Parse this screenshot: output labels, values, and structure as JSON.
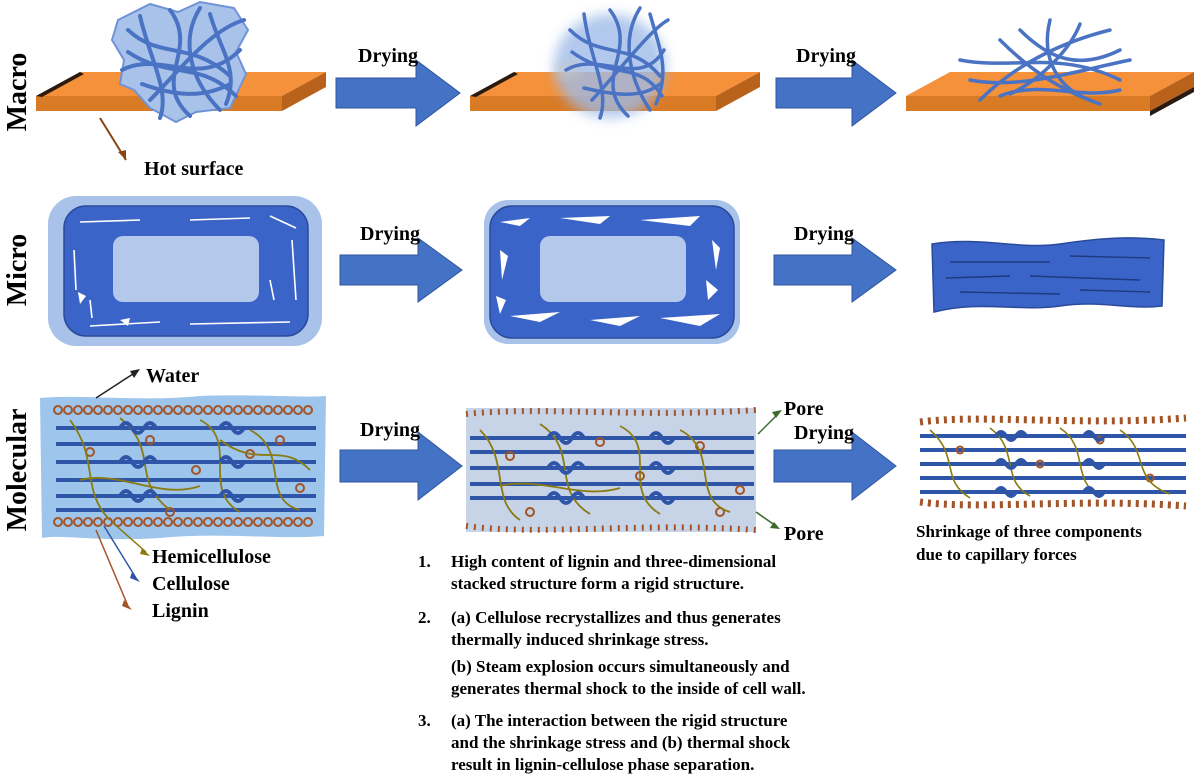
{
  "rows": {
    "macro": "Macro",
    "micro": "Micro",
    "molecular": "Molecular"
  },
  "arrow_label": "Drying",
  "labels": {
    "hot_surface": "Hot surface",
    "water": "Water",
    "hemicellulose": "Hemicellulose",
    "cellulose": "Cellulose",
    "lignin": "Lignin",
    "pore": "Pore"
  },
  "shrinkage_note": [
    "Shrinkage of three components",
    "due to capillary forces"
  ],
  "notes": [
    {
      "num": "1.",
      "lines": [
        "High content of lignin and three-dimensional",
        "stacked structure form a rigid structure."
      ]
    },
    {
      "num": "2.",
      "lines": [
        "(a) Cellulose recrystallizes and thus generates",
        "thermally induced shrinkage stress."
      ]
    },
    {
      "num": "",
      "lines": [
        "(b) Steam explosion occurs simultaneously and",
        "generates thermal shock to the inside of cell wall."
      ]
    },
    {
      "num": "3.",
      "lines": [
        "(a) The interaction between the rigid structure",
        "and the shrinkage stress and (b) thermal shock",
        "result in lignin-cellulose phase separation."
      ]
    }
  ],
  "colors": {
    "arrow": "#4472c4",
    "plate_top": "#f4913a",
    "plate_edge": "#c46a1c",
    "plate_dark": "#2a1a10",
    "fiber": "#4a73c4",
    "cell_wall": "#3b64c8",
    "lumen": "#b4c8ec",
    "halo": "#a9c2ea",
    "lignin": "#a35427",
    "hemicellulose": "#8a7a10",
    "water": "#9ec5ec"
  }
}
